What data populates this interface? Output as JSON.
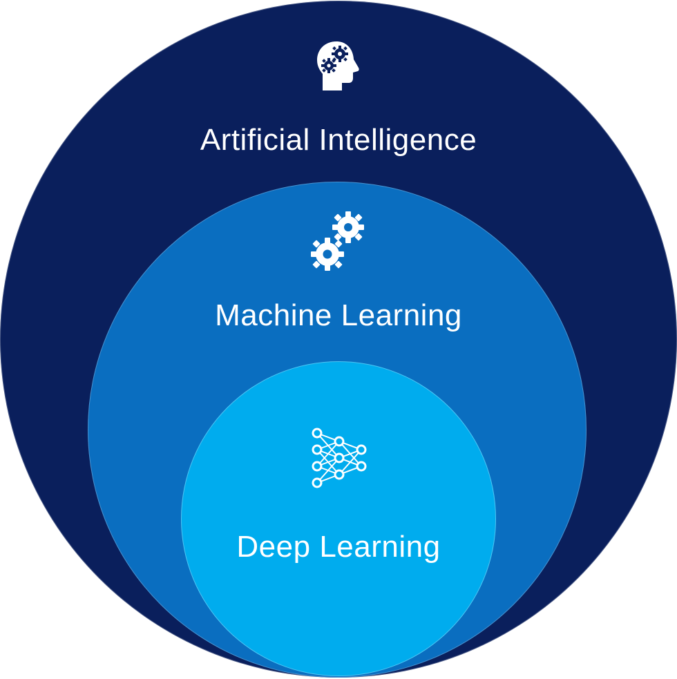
{
  "diagram": {
    "layers": [
      {
        "label": "Artificial Intelligence",
        "icon": "head-gears-icon",
        "color": "#0a1f5c"
      },
      {
        "label": "Machine Learning",
        "icon": "gears-icon",
        "color": "#0a6ec0"
      },
      {
        "label": "Deep Learning",
        "icon": "neural-network-icon",
        "color": "#00acee"
      }
    ]
  }
}
